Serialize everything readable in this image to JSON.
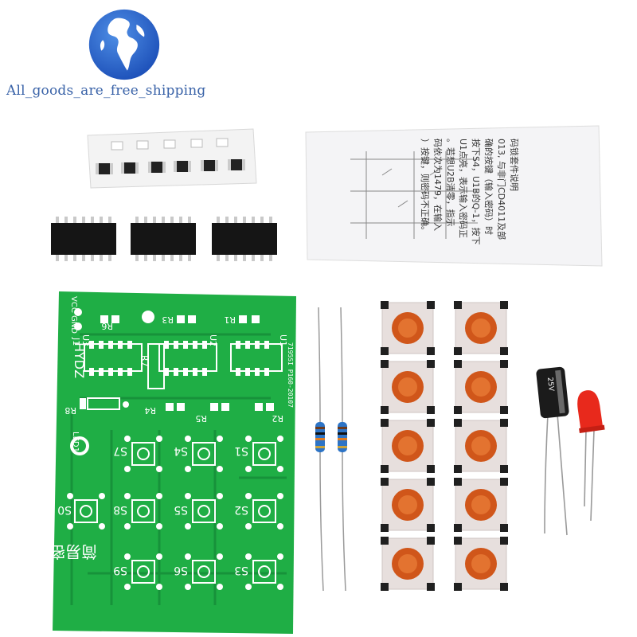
{
  "brand": {
    "logo_icon": "globe-logo-icon",
    "shop_name": "All_goods_are_free_shipping",
    "text_color": "#3a63a8"
  },
  "instruction_sheet": {
    "lines": [
      "码锁套件说明",
      "013, 与非门CD4011及部",
      "确的按键（输入密码）时",
      "按下S4，U1B的Q-1，按下",
      "U1点亮，表示输入密码正",
      "。若想U2B清零，指示",
      "码依次为1479，在输入",
      "）按键，则密码不正确。"
    ]
  },
  "pcb": {
    "color": "#1fae45",
    "silkscreen": {
      "power_labels": "VCC GND",
      "brand": "HYDZ",
      "date_code": "7195SI P160-20107",
      "title_chars": "简易密码锁",
      "led_label": "LED1",
      "refs": {
        "r6": "R6",
        "r3": "R3",
        "r1": "R1",
        "r7": "R7",
        "r8": "R8",
        "r4": "R4",
        "r5": "R5",
        "r2": "R2",
        "j1": "J1",
        "u1": "U1",
        "u2": "U2",
        "u3": "U3",
        "s0": "S0",
        "s1": "S1",
        "s2": "S2",
        "s3": "S3",
        "s4": "S4",
        "s5": "S5",
        "s6": "S6",
        "s7": "S7",
        "s8": "S8",
        "s9": "S9"
      }
    }
  },
  "capacitor": {
    "voltage": "25V"
  },
  "colors": {
    "pcb_green": "#1fae45",
    "button_cap": "#d0561a",
    "button_body": "#e7dfdd",
    "ic_black": "#151515",
    "led_red": "#e8291c",
    "resistor_blue": "#2d74c6"
  }
}
